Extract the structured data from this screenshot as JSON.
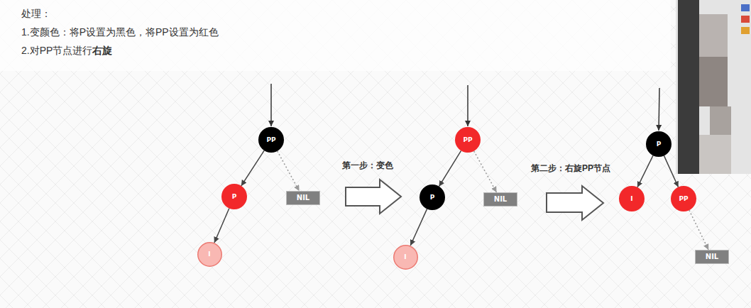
{
  "diagram": {
    "title": "处理：",
    "nodes": [
      {
        "text": [
          "PP"
        ]
      },
      {
        "text": [
          "P"
        ]
      },
      {
        "text": [
          "NIL"
        ]
      },
      {
        "text": [
          "I"
        ]
      },
      {
        "text": [
          "PP"
        ]
      },
      {
        "text": [
          "P"
        ]
      },
      {
        "text": [
          "NIL"
        ]
      },
      {
        "text": [
          "I"
        ]
      },
      {
        "text": [
          "P"
        ]
      },
      {
        "text": [
          "I"
        ]
      },
      {
        "text": [
          "PP"
        ]
      },
      {
        "text": [
          "NIL"
        ]
      }
    ],
    "edges": [
      {
        "from": 0,
        "to": 1,
        "arrow": "to"
      },
      {
        "from": 0,
        "to": 2,
        "arrow": "to"
      },
      {
        "from": 1,
        "to": 3,
        "arrow": "to"
      },
      {
        "from": 4,
        "to": 5,
        "arrow": "to"
      },
      {
        "from": 4,
        "to": 6,
        "arrow": "to"
      },
      {
        "from": 5,
        "to": 7,
        "arrow": "to"
      },
      {
        "from": 8,
        "to": 9,
        "arrow": "to"
      },
      {
        "from": 8,
        "to": 10,
        "arrow": "to"
      },
      {
        "from": 10,
        "to": 11,
        "arrow": "to"
      }
    ],
    "labels": [
      "1.变颜色：将P设置为黑色，将PP设置为红色",
      "2.对PP节点进行",
      "右旋",
      "第一步：变色",
      "第二步：右旋PP节点"
    ]
  }
}
